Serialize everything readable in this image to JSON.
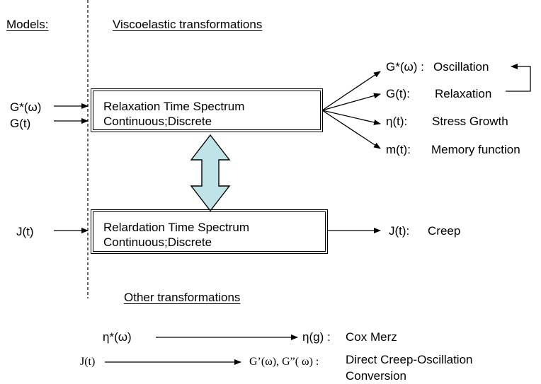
{
  "headers": {
    "models": "Models:",
    "viscoelastic": "Viscoelastic transformations",
    "other": "Other transformations"
  },
  "inputs": {
    "g_star": "G*(ω)",
    "g_t": "G(t)",
    "j_t": "J(t)"
  },
  "relaxation_box": {
    "line1": "Relaxation Time Spectrum",
    "line2": "Continuous;Discrete"
  },
  "retardation_box": {
    "line1": "Relardation Time Spectrum",
    "line2": "Continuous;Discrete"
  },
  "outputs": [
    {
      "symbol": "G*(ω) :",
      "label": "Oscillation"
    },
    {
      "symbol": "G(t):",
      "label": "Relaxation"
    },
    {
      "symbol": "η(t):",
      "label": "Stress Growth"
    },
    {
      "symbol": "m(t):",
      "label": "Memory function"
    }
  ],
  "creep_output": {
    "symbol": "J(t):",
    "label": "Creep"
  },
  "other": {
    "cox_merz_from": "η*(ω)",
    "cox_merz_to": "η(g) :",
    "cox_merz_label": "Cox Merz",
    "creep_from": "J(t)",
    "creep_to": "G’(ω), G”( ω) :",
    "creep_label_line1": "Direct Creep-Oscillation",
    "creep_label_line2": "Conversion"
  },
  "colors": {
    "double_arrow_fill": "#bfe3e6",
    "double_arrow_stroke": "#000000",
    "lines": "#000000"
  }
}
